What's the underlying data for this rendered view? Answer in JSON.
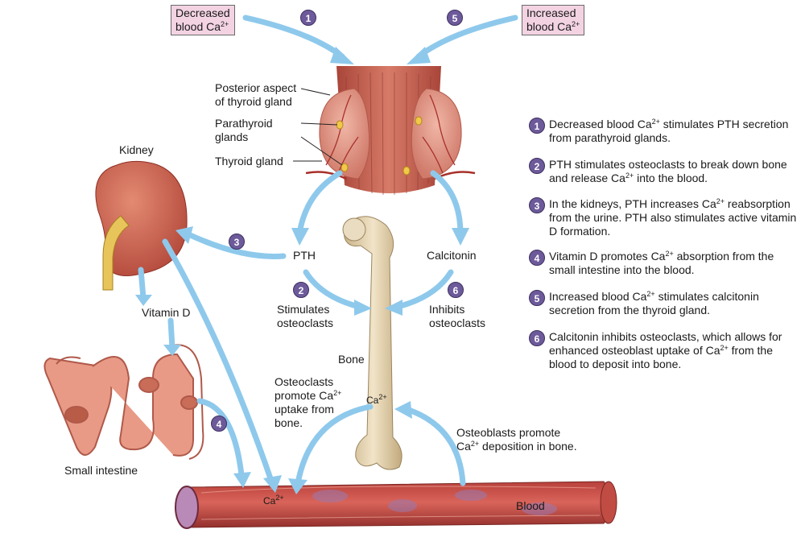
{
  "boxes": {
    "decreased_line1": "Decreased",
    "decreased_line2": "blood Ca",
    "increased_line1": "Increased",
    "increased_line2": "blood Ca"
  },
  "superscript": "2+",
  "structures": {
    "posterior_line1": "Posterior aspect",
    "posterior_line2": "of thyroid gland",
    "parathyroid_line1": "Parathyroid",
    "parathyroid_line2": "glands",
    "thyroid": "Thyroid gland",
    "kidney": "Kidney",
    "vitamin_d": "Vitamin D",
    "small_intestine": "Small intestine",
    "pth": "PTH",
    "calcitonin": "Calcitonin",
    "stimulates_line1": "Stimulates",
    "stimulates_line2": "osteoclasts",
    "inhibits_line1": "Inhibits",
    "inhibits_line2": "osteoclasts",
    "bone": "Bone",
    "bone_ca": "Ca",
    "osteoclasts_line1": "Osteoclasts",
    "osteoclasts_line2": "promote Ca",
    "osteoclasts_line3": "uptake from",
    "osteoclasts_line4": "bone.",
    "osteoblasts_line1": "Osteoblasts promote",
    "osteoblasts_line2_ca": "Ca",
    "osteoblasts_line2_rest": " deposition in bone.",
    "blood_ca": "Ca",
    "blood": "Blood"
  },
  "badges": [
    "1",
    "2",
    "3",
    "4",
    "5",
    "6"
  ],
  "steps": [
    {
      "num": "1",
      "pre": "Decreased blood Ca",
      "post": " stimulates PTH secretion from parathyroid glands."
    },
    {
      "num": "2",
      "pre": "PTH stimulates osteoclasts to break down bone and release Ca",
      "post": " into the blood."
    },
    {
      "num": "3",
      "pre": "In the kidneys, PTH increases Ca",
      "post": " reabsorption from the urine. PTH also stimulates active vitamin D formation."
    },
    {
      "num": "4",
      "pre": "Vitamin D promotes Ca",
      "post": " absorption from the small intestine into the blood."
    },
    {
      "num": "5",
      "pre": "Increased blood Ca",
      "post": " stimulates calcitonin secretion from the thyroid gland."
    },
    {
      "num": "6",
      "pre": "Calcitonin inhibits osteoclasts, which allows for enhanced osteoblast uptake of Ca",
      "post": " from the blood to deposit into bone."
    }
  ],
  "colors": {
    "arrow": "#8ec9ec",
    "badge": "#6d5a9a",
    "box": "#f3d3e2",
    "tissue": "#c8564c",
    "bone": "#e6d3b0"
  }
}
